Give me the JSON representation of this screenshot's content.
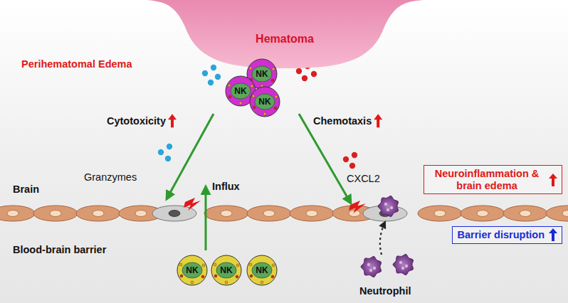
{
  "diagram": {
    "nodes": [
      {
        "text": [
          "Hematoma"
        ]
      },
      {
        "text": [
          "NK"
        ]
      },
      {
        "text": [
          "NK"
        ]
      },
      {
        "text": [
          "NK"
        ]
      },
      {
        "text": [
          "NK"
        ]
      },
      {
        "text": [
          "NK"
        ]
      },
      {
        "text": [
          "NK"
        ]
      },
      {
        "text": [
          "Neuroinflammation & brain edema"
        ]
      },
      {
        "text": [
          "Barrier disruption"
        ]
      }
    ],
    "labels": [
      "Perihematomal Edema",
      "Cytotoxicity",
      "Chemotaxis",
      "Granzymes",
      "CXCL2",
      "Brain",
      "Influx",
      "Blood-brain barrier",
      "Neutrophil"
    ]
  }
}
